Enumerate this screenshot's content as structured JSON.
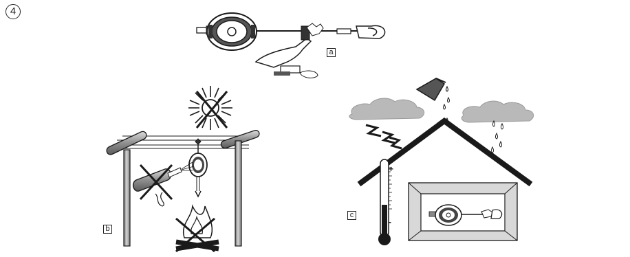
{
  "step_number": "4",
  "panels": {
    "a": {
      "label": "a"
    },
    "b": {
      "label": "b"
    },
    "c": {
      "label": "c"
    }
  },
  "thermometer": {
    "plus": "+",
    "minus": "-"
  },
  "colors": {
    "ink": "#1a1a1a",
    "cloud": "#b9b9b9",
    "metal": "#9a9a9a",
    "box": "#d8d8d8",
    "drop": "#ffffff"
  }
}
